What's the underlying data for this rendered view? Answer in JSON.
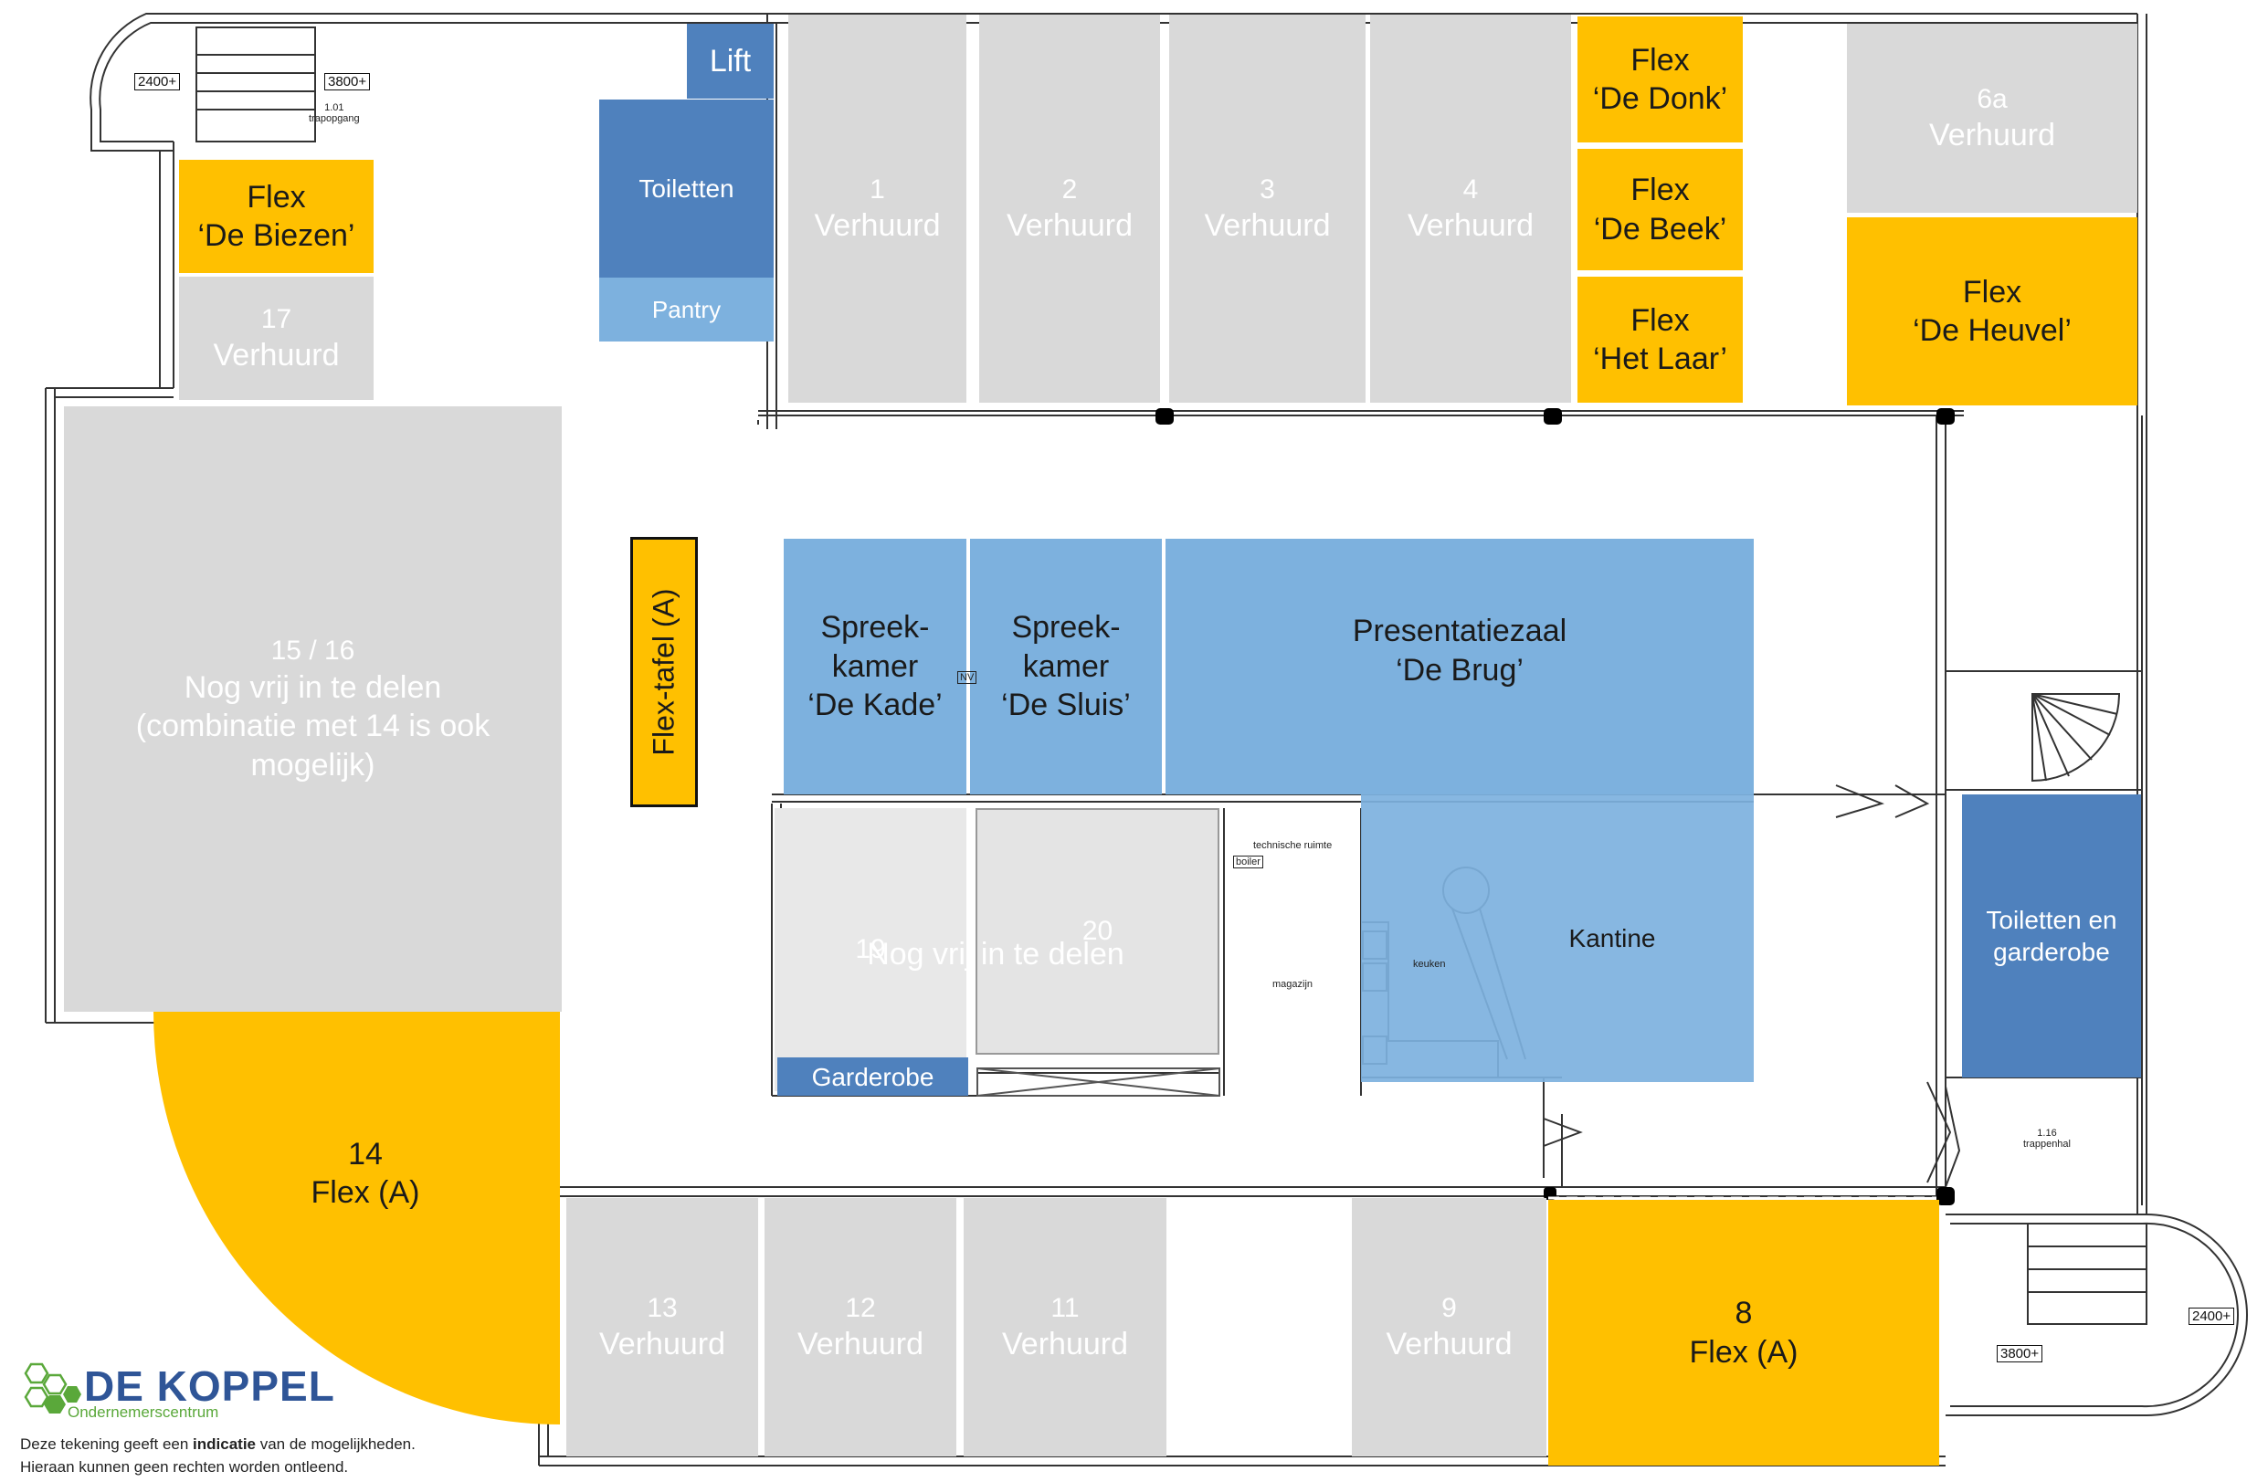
{
  "rooms": {
    "lift": "Lift",
    "toiletten": "Toiletten",
    "pantry": "Pantry",
    "r1_num": "1",
    "r1_status": "Verhuurd",
    "r2_num": "2",
    "r2_status": "Verhuurd",
    "r3_num": "3",
    "r3_status": "Verhuurd",
    "r4_num": "4",
    "r4_status": "Verhuurd",
    "flex_donk": "Flex\n‘De Donk’",
    "flex_beek": "Flex\n‘De Beek’",
    "flex_laar": "Flex\n‘Het Laar’",
    "r6a_num": "6a",
    "r6a_status": "Verhuurd",
    "flex_heuvel": "Flex\n‘De Heuvel’",
    "flex_biezen": "Flex\n‘De Biezen’",
    "r17_num": "17",
    "r17_status": "Verhuurd",
    "r1516_num": "15 / 16",
    "r1516_text": "Nog vrij in te delen\n(combinatie met 14 is ook\nmogelijk)",
    "flex_tafel": "Flex-tafel (A)",
    "spreek_kade": "Spreek-\nkamer\n‘De Kade’",
    "spreek_sluis": "Spreek-\nkamer\n‘De Sluis’",
    "presentatie": "Presentatiezaal\n‘De Brug’",
    "r19_num": "19",
    "r20_num": "20",
    "r1920_text": "Nog vrij in te delen",
    "garderobe": "Garderobe",
    "kantine": "Kantine",
    "toiletten_garderobe": "Toiletten en\ngarderobe",
    "r14": "14\nFlex (A)",
    "r13_num": "13",
    "r13_status": "Verhuurd",
    "r12_num": "12",
    "r12_status": "Verhuurd",
    "r11_num": "11",
    "r11_status": "Verhuurd",
    "r9_num": "9",
    "r9_status": "Verhuurd",
    "r8": "8\nFlex (A)"
  },
  "drawing_labels": {
    "dim_2400_left": "2400+",
    "dim_3800_left": "3800+",
    "trapopgang": "1.01\ntrapopgang",
    "dim_2400_right": "2400+",
    "dim_3800_right": "3800+",
    "trappenhal": "1.16\ntrappenhal",
    "technische": "technische ruimte",
    "magazijn": "magazijn",
    "keuken": "keuken",
    "boiler": "boiler",
    "nv": "NV"
  },
  "legend": {
    "logo_name": "DE KOPPEL",
    "logo_sub": "Ondernemerscentrum",
    "note_line1_pre": "Deze tekening geeft een ",
    "note_line1_bold": "indicatie",
    "note_line1_post": " van de mogelijkheden.",
    "note_line2": "Hieraan kunnen geen rechten worden ontleend."
  },
  "colors": {
    "flex": "#ffc000",
    "rented": "#d9d9d9",
    "meeting": "#7db1de",
    "facility": "#4f81bd",
    "open_space": "#e8e8e8"
  }
}
